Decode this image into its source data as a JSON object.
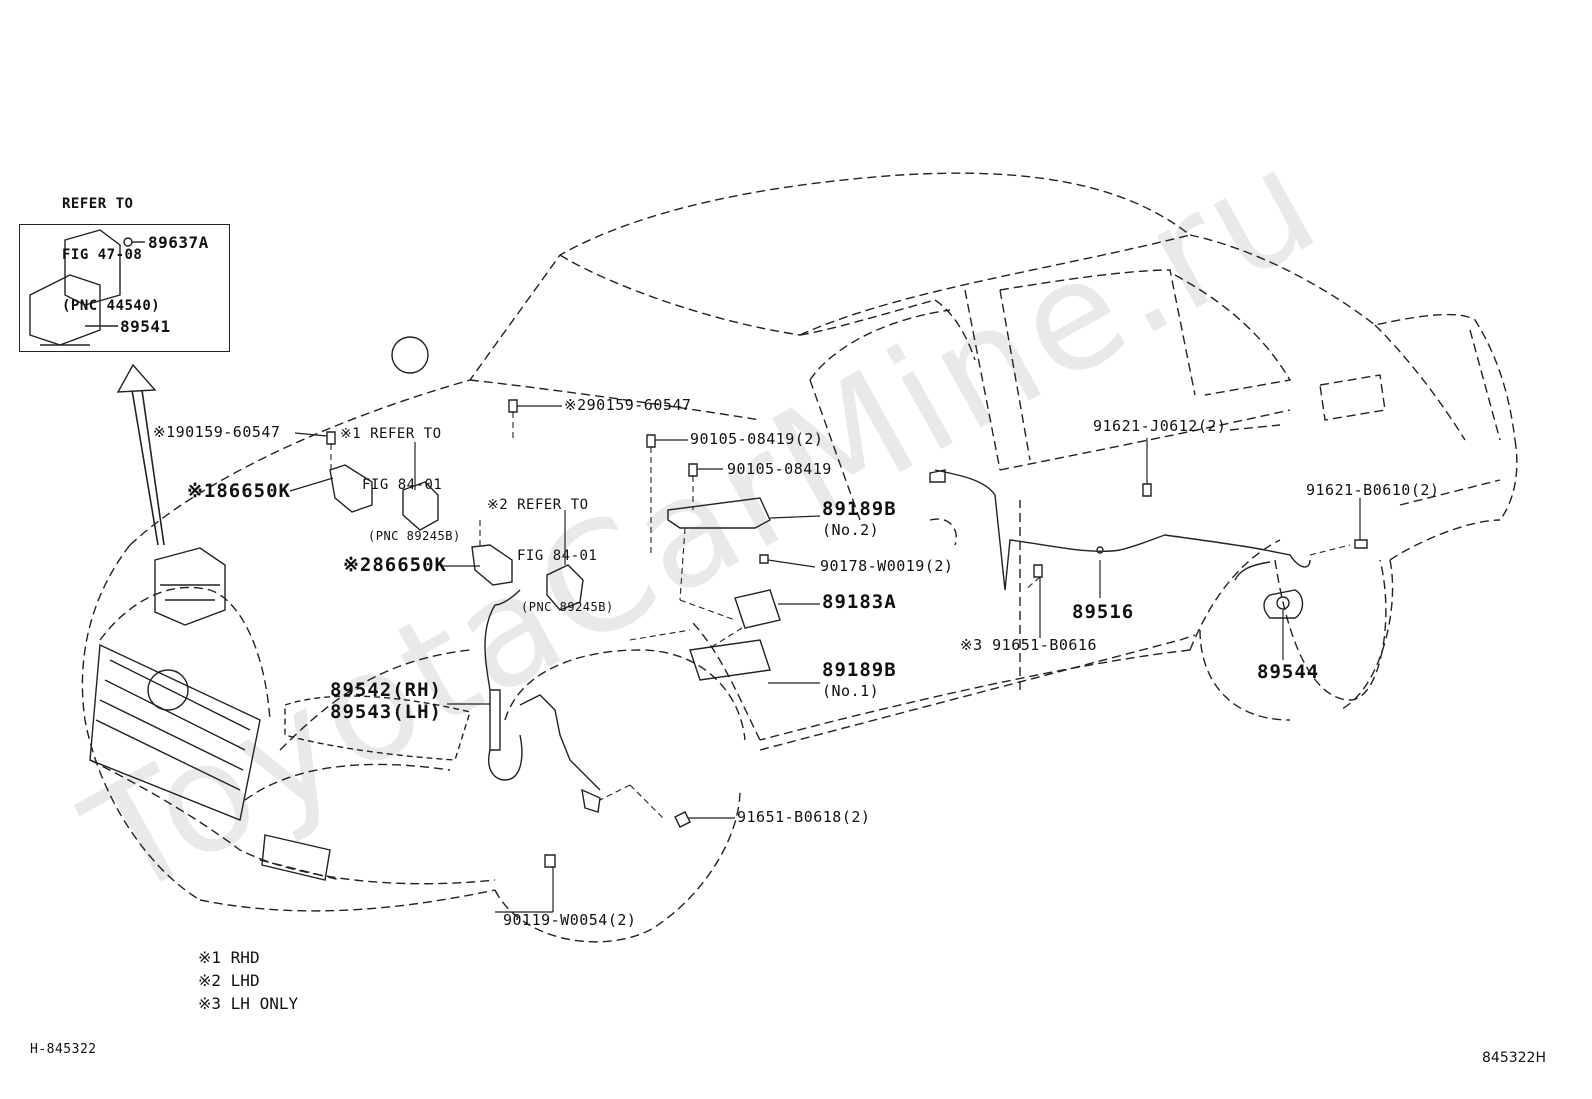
{
  "watermark": "ToyotaCarMine.ru",
  "inset": {
    "refer_line1": "REFER TO",
    "refer_line2": "FIG 47-08",
    "refer_line3": "(PNC 44540)",
    "part_a": "89637A",
    "part_b": "89541"
  },
  "labels": {
    "ref1_mark": "※1",
    "ref1_line1": "REFER TO",
    "ref1_line2": "FIG 84-01",
    "ref1_line3": "(PNC 89245B)",
    "ref2_line1": "※2 REFER TO",
    "ref2_line2": "FIG 84-01",
    "ref2_line3": "(PNC 89245B)",
    "p_90159_1": "※190159-60547",
    "p_86650k_1_mark": "※1",
    "p_86650k_1": "86650K",
    "p_86650k_2_mark": "※2",
    "p_86650k_2": "86650K",
    "p_90159_2": "※290159-60547",
    "p_90105_a": "90105-08419(2)",
    "p_90105_b": "90105-08419",
    "p_89189b_top": "89189B",
    "p_89189b_top_sub": "(No.2)",
    "p_90178": "90178-W0019(2)",
    "p_89183a": "89183A",
    "p_89189b_bot": "89189B",
    "p_89189b_bot_sub": "(No.1)",
    "p_89542": "89542(RH)",
    "p_89543": "89543(LH)",
    "p_91651_b0618": "91651-B0618(2)",
    "p_90119": "90119-W0054(2)",
    "p_91621_j0612": "91621-J0612(2)",
    "p_91621_b0610": "91621-B0610(2)",
    "p_89516": "89516",
    "p_91651_b0616_mark": "※3",
    "p_91651_b0616": "91651-B0616",
    "p_89544": "89544"
  },
  "legend": {
    "rhd": "※1 RHD",
    "lhd": "※2 LHD",
    "lh_only": "※3 LH ONLY"
  },
  "footer": {
    "left_id": "H-845322",
    "right_id": "845322H"
  }
}
